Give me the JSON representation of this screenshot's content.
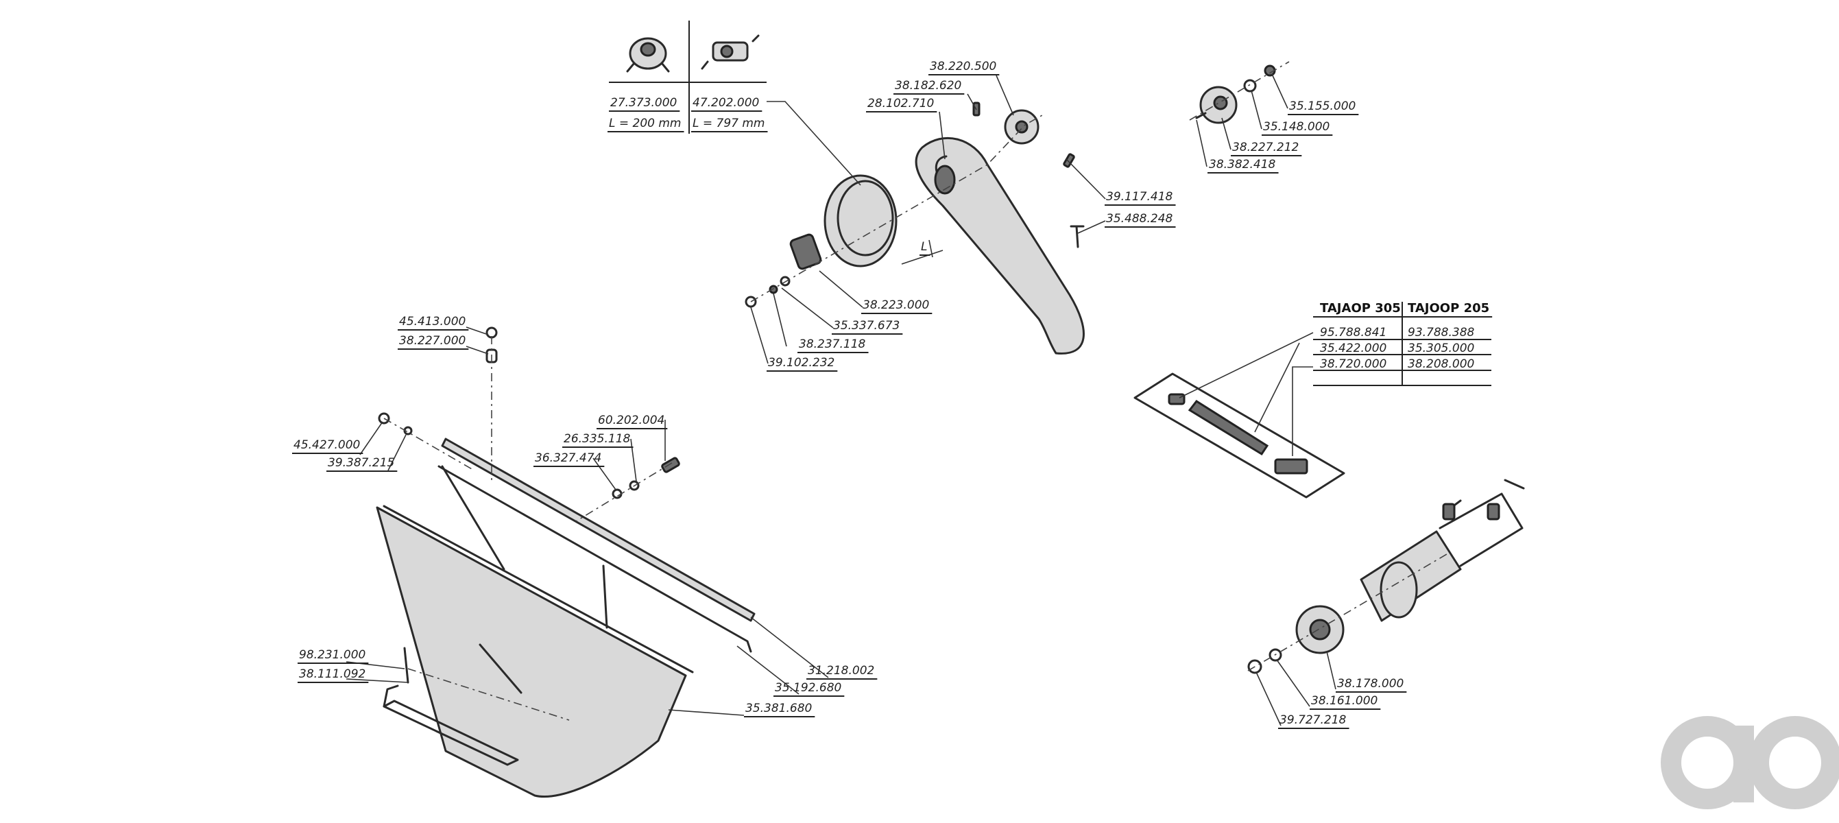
{
  "part_labels": [
    "27.373.000",
    "47.202.000",
    "L = 200 mm",
    "L = 797 mm",
    "38.220.500",
    "38.182.620",
    "28.102.710",
    "39.117.418",
    "35.488.248",
    "38.223.000",
    "35.337.673",
    "38.237.118",
    "39.102.232",
    "35.155.000",
    "35.148.000",
    "38.227.212",
    "38.382.418",
    "45.413.000",
    "38.227.000",
    "45.427.000",
    "39.387.215",
    "60.202.004",
    "26.335.118",
    "36.327.474",
    "98.231.000",
    "38.111.092",
    "31.218.002",
    "35.192.680",
    "35.381.680",
    "38.178.000",
    "38.161.000",
    "39.727.218"
  ],
  "tractor_table": {
    "headers": [
      "TAJAOP 305",
      "TAJOOP 205"
    ],
    "rows": [
      [
        "95.788.841",
        "93.788.388"
      ],
      [
        "35.422.000",
        "35.305.000"
      ],
      [
        "38.720.000",
        "38.208.000"
      ]
    ]
  },
  "watermark": {
    "icon": "ao-logo-icon",
    "color": "#cfcfcf"
  }
}
